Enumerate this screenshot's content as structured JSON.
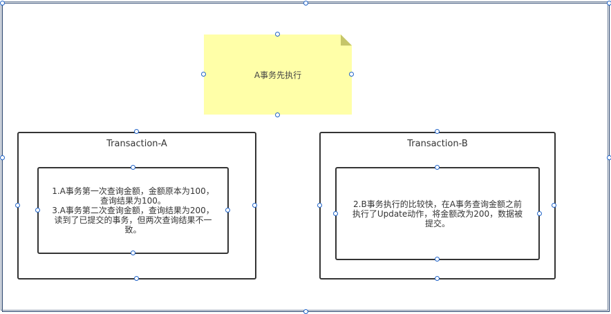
{
  "diagram": {
    "note": {
      "text": "A事务先执行"
    },
    "transaction_a": {
      "title": "Transaction-A",
      "lines": [
        "1.A事务第一次查询金额，金额原本为100，",
        "查询结果为100。",
        "3.A事务第二次查询金额，查询结果为200，",
        "读到了已提交的事务，但两次查询结果不一",
        "致。"
      ]
    },
    "transaction_b": {
      "title": "Transaction-B",
      "lines": [
        "2.B事务执行的比较快，在A事务查询金额之前",
        "执行了Update动作，将金额改为200，数据被",
        "提交。"
      ]
    }
  },
  "colors": {
    "note_fill": "#ffffa8",
    "note_fold": "#c6c66a",
    "box_border": "#333333",
    "selection_handle": "#1e62c8",
    "canvas_border": "#1f3b66"
  }
}
